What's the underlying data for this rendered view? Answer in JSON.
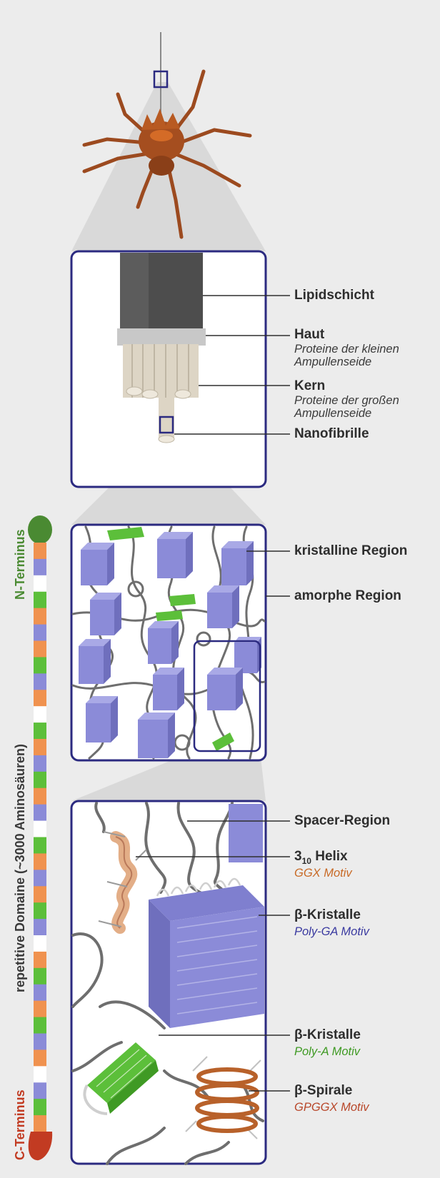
{
  "colors": {
    "frame": "#2b2a80",
    "purple": "#8b8bd8",
    "green": "#5cbf3a",
    "orange": "#f0924f",
    "dark_green": "#4a8a32",
    "red": "#c23b22",
    "spider": "#9c4a1f",
    "background": "#ececec"
  },
  "fiber_panel": {
    "lipid": "Lipidschicht",
    "haut": "Haut",
    "haut_sub1": "Proteine der kleinen",
    "haut_sub2": "Ampullenseide",
    "kern": "Kern",
    "kern_sub1": "Proteine der großen",
    "kern_sub2": "Ampullenseide",
    "nanofibrille": "Nanofibrille"
  },
  "fibril_panel": {
    "crystalline": "kristalline Region",
    "amorphous": "amorphe Region"
  },
  "molecular_panel": {
    "spacer": "Spacer-Region",
    "helix_base": "3",
    "helix_sub": "10",
    "helix_rest": " Helix",
    "helix_motif": "GGX Motiv",
    "beta1": "β-Kristalle",
    "beta1_motif": "Poly-GA Motiv",
    "beta2": "β-Kristalle",
    "beta2_motif": "Poly-A Motiv",
    "spiral": "β-Spirale",
    "spiral_motif": "GPGGX Motiv"
  },
  "domain_bar": {
    "n_term": "N-Terminus",
    "repetitive": "repetitive Domaine (~3000 Aminosäuren)",
    "c_term": "C-Terminus"
  },
  "icons": [
    "spider-icon",
    "silk-fiber-icon"
  ]
}
